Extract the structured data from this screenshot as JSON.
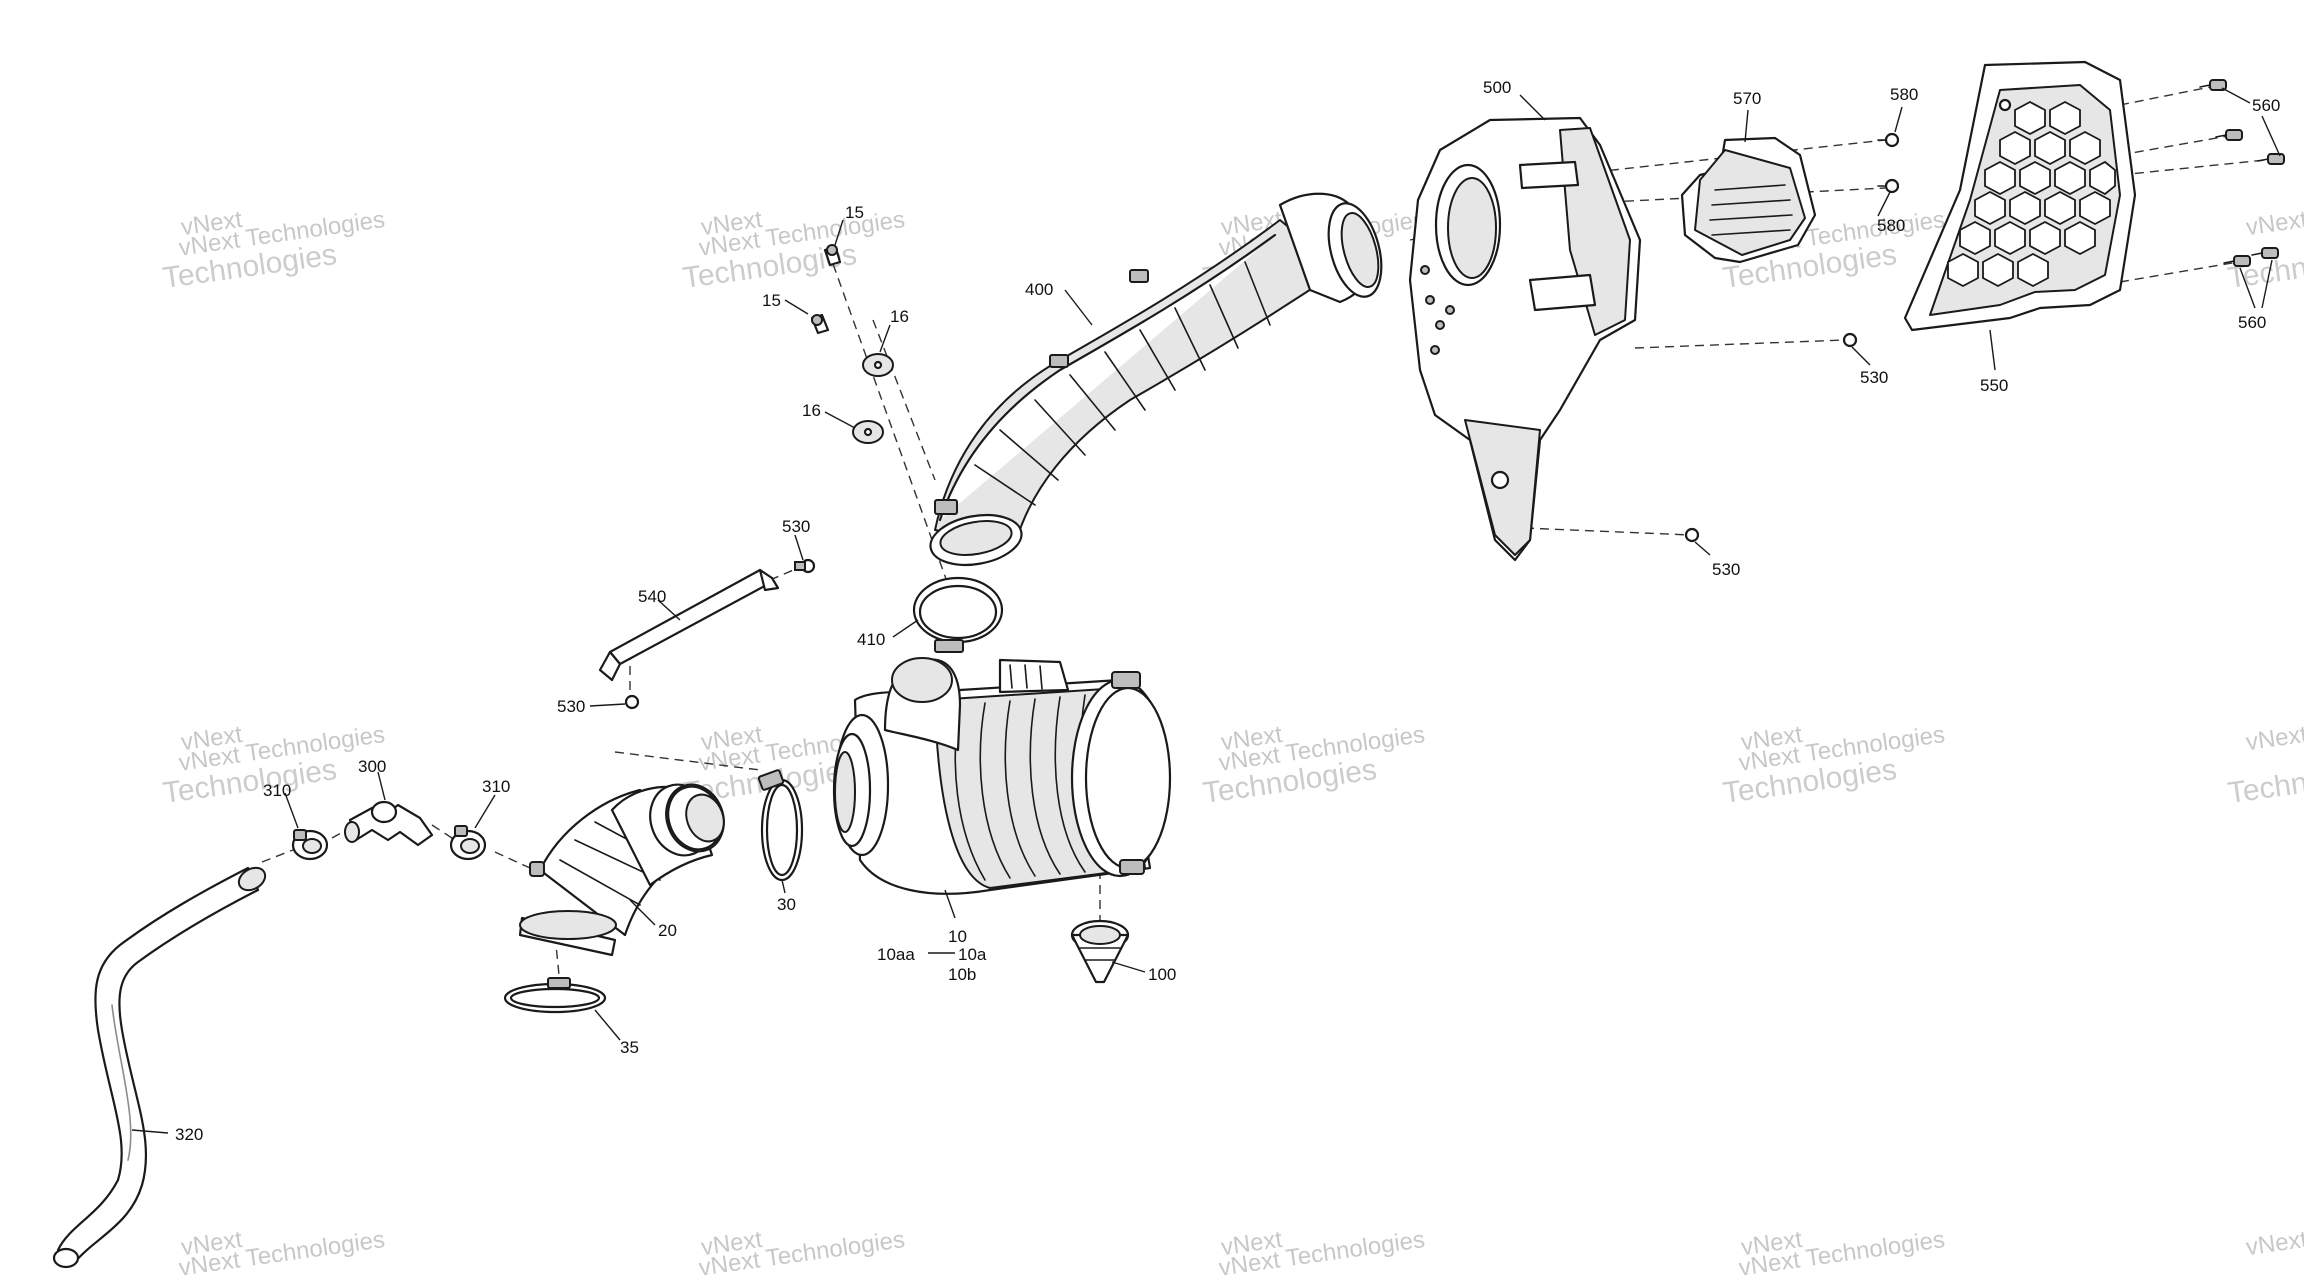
{
  "diagram": {
    "watermark": [
      "vNext Technologies",
      "vNext",
      "Technologies"
    ],
    "labels": {
      "p15a": "15",
      "p15b": "15",
      "p16a": "16",
      "p16b": "16",
      "p400": "400",
      "p410": "410",
      "p530a": "530",
      "p540": "540",
      "p530b": "530",
      "p310a": "310",
      "p300": "300",
      "p310b": "310",
      "p20": "20",
      "p30": "30",
      "p35": "35",
      "p320": "320",
      "p10": "10",
      "p10aa": "10aa",
      "p10a": "10a",
      "p10b": "10b",
      "p100": "100",
      "p500": "500",
      "p570": "570",
      "p580a": "580",
      "p580b": "580",
      "p530c": "530",
      "p530d": "530",
      "p550": "550",
      "p560a": "560",
      "p560b": "560"
    }
  }
}
